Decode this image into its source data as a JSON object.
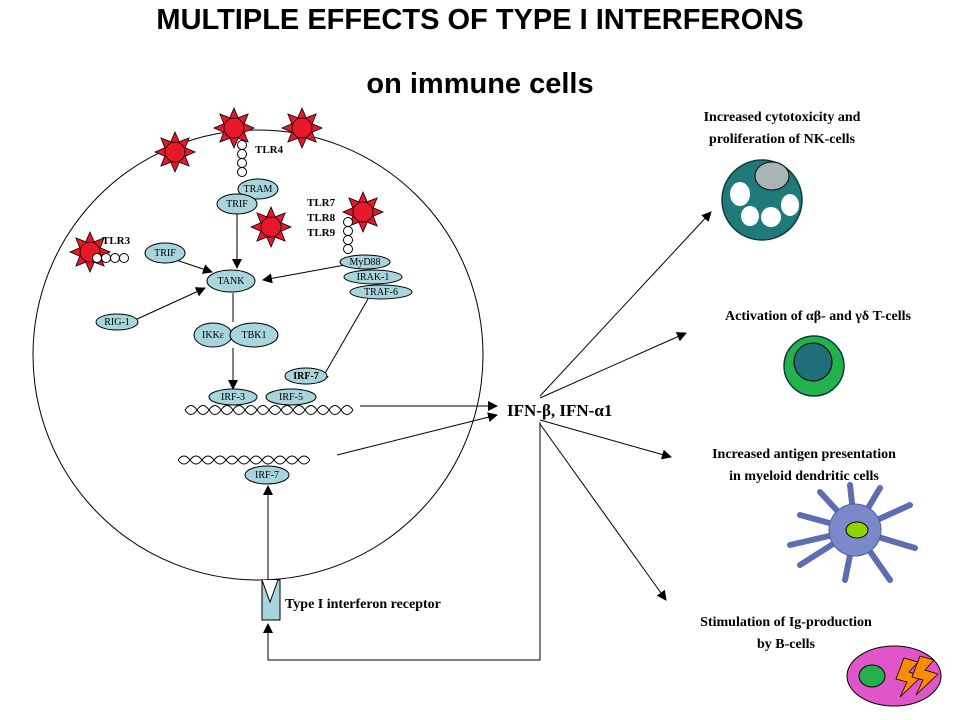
{
  "title": {
    "line1": "MULTIPLE EFFECTS OF TYPE I INTERFERONS",
    "line2": "on immune cells"
  },
  "receptors": {
    "tlr4": "TLR4",
    "tlr3": "TLR3",
    "tlr7": "TLR7",
    "tlr8": "TLR8",
    "tlr9": "TLR9"
  },
  "molecules": {
    "tram": "TRAM",
    "trif_top": "TRIF",
    "trif_left": "TRIF",
    "tank": "TANK",
    "myd88": "MyD88",
    "irak1": "IRAK-1",
    "traf6": "TRAF-6",
    "rig1": "RIG-1",
    "ikke": "IKKε",
    "tbk1": "TBK1",
    "irf7_upper": "IRF-7",
    "irf3": "IRF-3",
    "irf5": "IRF-5",
    "irf7_lower": "IRF-7"
  },
  "ifn_label": "IFN-β, IFN-α1",
  "receptor_label": "Type I interferon receptor",
  "effects": {
    "nk_line1": "Increased cytotoxicity and",
    "nk_line2": "proliferation of NK-cells",
    "t_cells": "Activation of αβ- and γδ T-cells",
    "dc_line1": "Increased antigen presentation",
    "dc_line2": "in myeloid dendritic cells",
    "b_line1": "Stimulation of Ig-production",
    "b_line2": "by B-cells"
  },
  "colors": {
    "molecule_fill": "#a8d4dc",
    "virus_red": "#e8182a",
    "nk_cell": "#1f7a7a",
    "t_cell_outer": "#22b14c",
    "t_cell_nucleus": "#1f6e7a",
    "dc_body": "#7a8ac8",
    "dc_nucleus": "#8fd400",
    "b_cell": "#e055c8"
  }
}
